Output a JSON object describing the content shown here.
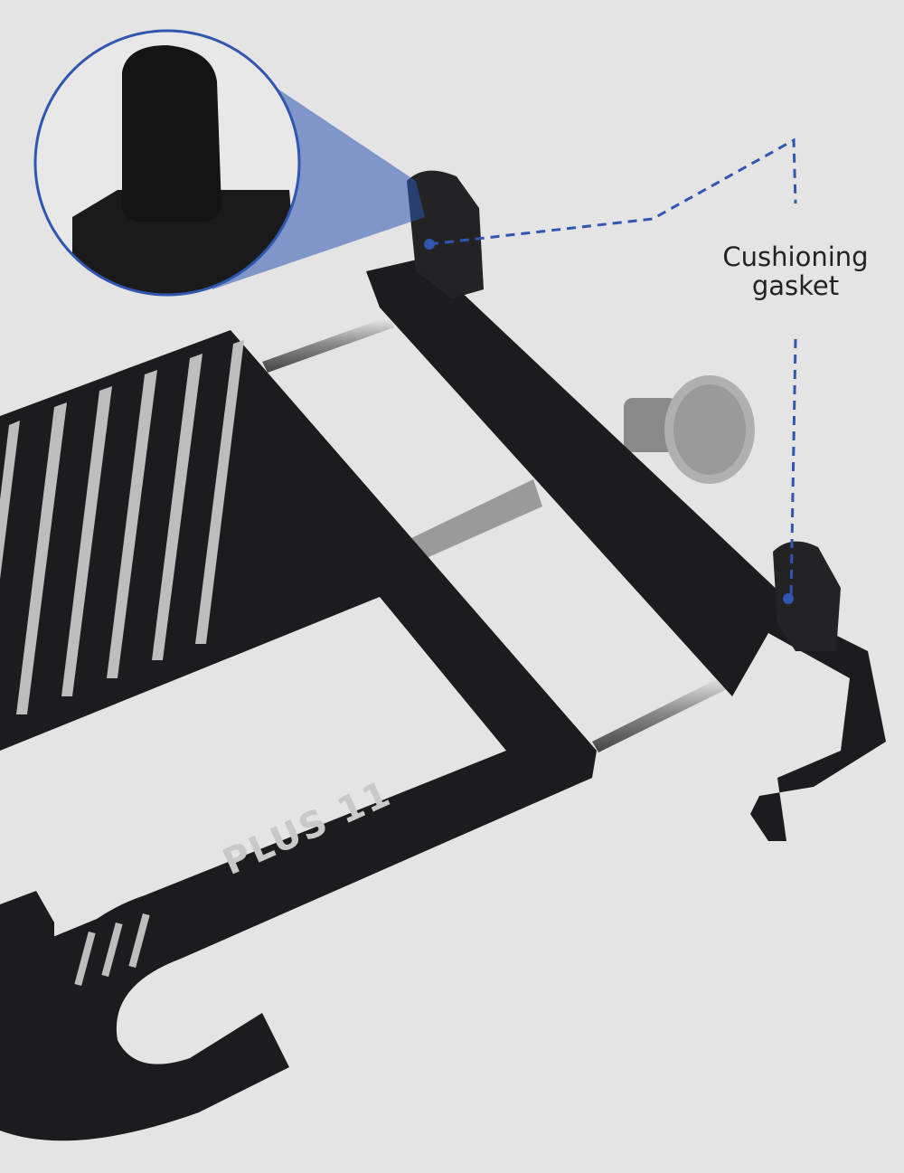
{
  "callout": {
    "label_line1": "Cushioning",
    "label_line2": "gasket"
  },
  "product": {
    "model_text": "PLUS 11"
  },
  "colors": {
    "background": "#e4e4e4",
    "holder": "#1c1c1e",
    "callout_line": "#2f56b0",
    "stripes": "#bdbdbd"
  }
}
